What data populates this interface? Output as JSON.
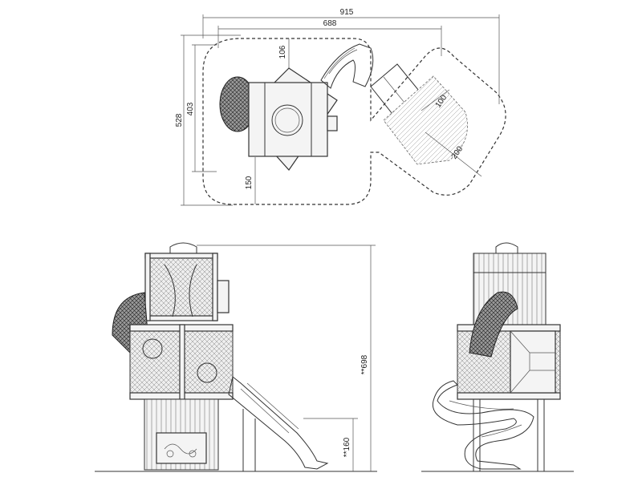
{
  "top_view": {
    "overall_width": "915",
    "inner_width": "688",
    "overall_depth": "528",
    "inner_depth": "403",
    "top_offset": "106",
    "bottom_offset": "150",
    "slide_width": "100",
    "slide_clearance": "200"
  },
  "side_view": {
    "total_height": "**698",
    "slide_exit_height": "**160"
  }
}
